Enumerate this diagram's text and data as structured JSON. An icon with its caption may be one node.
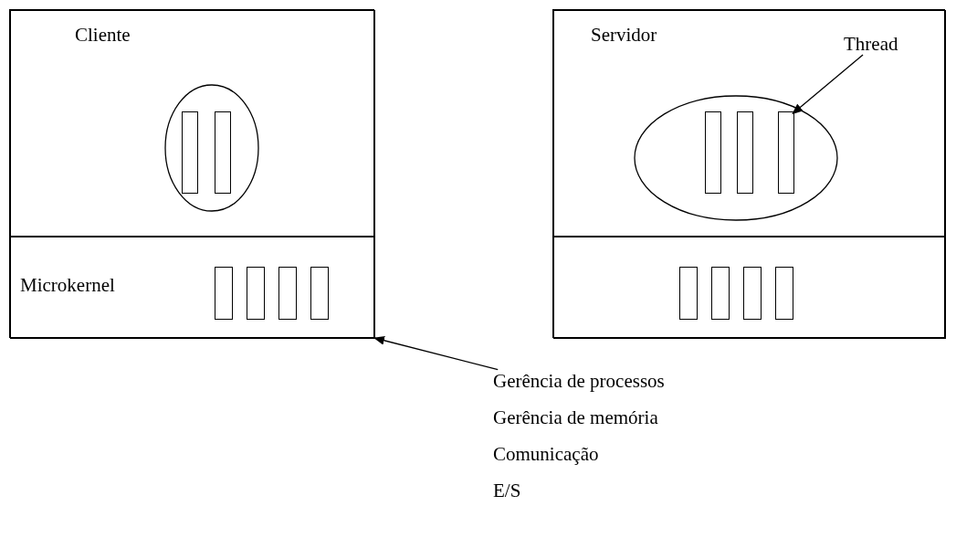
{
  "diagram": {
    "nodes": [
      {
        "text": [],
        "shape": "box"
      },
      {
        "text": [
          "Cliente"
        ],
        "in": 0
      },
      {
        "text": [],
        "shape": "ellipse",
        "in": 1
      },
      {
        "text": [],
        "shape": "bar",
        "in": 2
      },
      {
        "text": [],
        "shape": "bar",
        "in": 2
      },
      {
        "text": [
          "Microkernel"
        ],
        "in": 0
      },
      {
        "text": [],
        "shape": "bar",
        "in": 5
      },
      {
        "text": [],
        "shape": "bar",
        "in": 5
      },
      {
        "text": [],
        "shape": "bar",
        "in": 5
      },
      {
        "text": [],
        "shape": "bar",
        "in": 5
      },
      {
        "text": [],
        "shape": "box"
      },
      {
        "text": [
          "Servidor"
        ],
        "in": 10
      },
      {
        "text": [],
        "shape": "ellipse",
        "in": 11
      },
      {
        "text": [],
        "shape": "bar",
        "in": 12
      },
      {
        "text": [],
        "shape": "bar",
        "in": 12
      },
      {
        "text": [],
        "shape": "bar",
        "in": 12
      },
      {
        "text": [],
        "shape": "box",
        "in": 10
      },
      {
        "text": [],
        "shape": "bar",
        "in": 16
      },
      {
        "text": [],
        "shape": "bar",
        "in": 16
      },
      {
        "text": [],
        "shape": "bar",
        "in": 16
      },
      {
        "text": [],
        "shape": "bar",
        "in": 16
      },
      {
        "text": [
          "Thread"
        ],
        "in": 11
      },
      {
        "text": [
          "Gerência de processos",
          "Gerência de memória",
          "Comunicação",
          "E/S"
        ]
      }
    ],
    "edges": [
      {
        "from": 21,
        "to": 15,
        "arrow": "to"
      },
      {
        "from": 22,
        "to": 5,
        "arrow": "to"
      }
    ]
  }
}
